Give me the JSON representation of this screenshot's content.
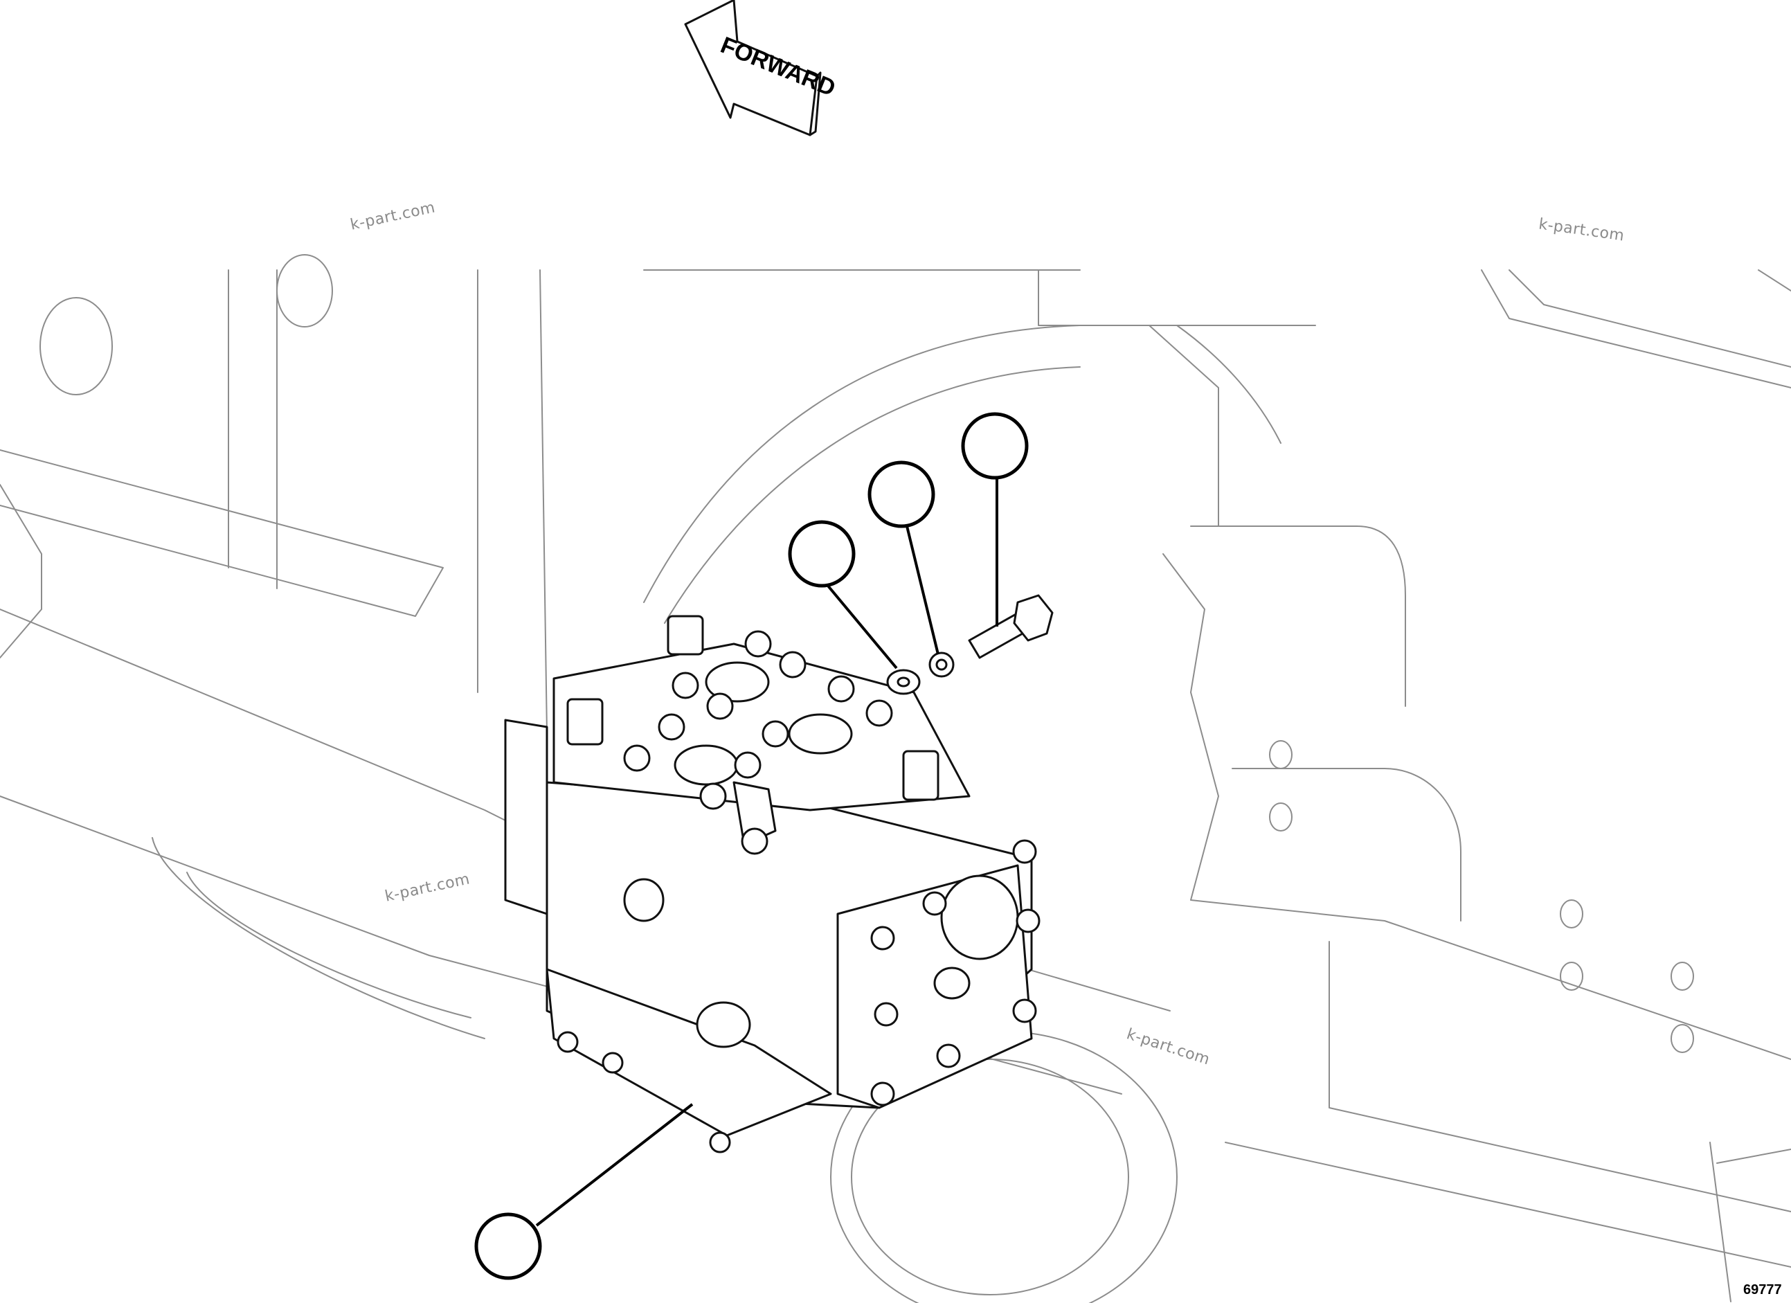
{
  "direction_arrow": {
    "label": "FORWARD"
  },
  "watermarks": [
    "k-part.com",
    "k-part.com",
    "k-part.com",
    "k-part.com"
  ],
  "figure_number": "69777",
  "callouts": {
    "count": 4,
    "labels": [
      "",
      "",
      "",
      ""
    ]
  },
  "colors": {
    "line": "#8c8c8c",
    "outline": "#111111",
    "background": "#ffffff"
  }
}
